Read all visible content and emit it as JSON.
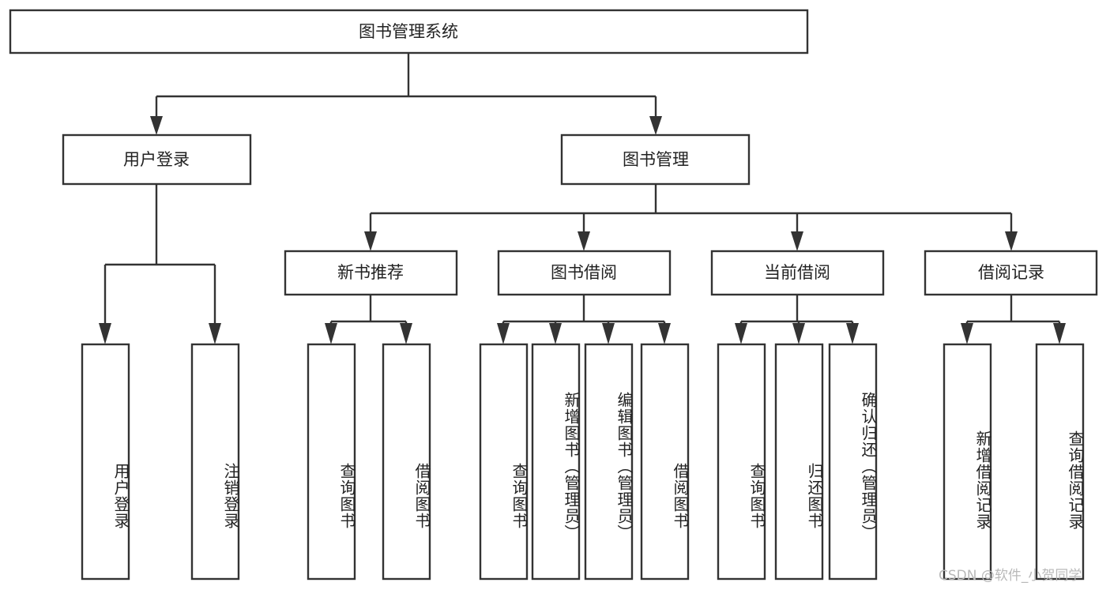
{
  "diagram": {
    "type": "tree",
    "title": "图书管理系统",
    "watermark": "CSDN @软件_小贺同学",
    "colors": {
      "stroke": "#333333",
      "fill": "#ffffff",
      "text": "#222222",
      "watermark": "#b9b9b9"
    },
    "levels": {
      "root": "图书管理系统",
      "level1": [
        "用户登录",
        "图书管理"
      ],
      "level2": [
        "新书推荐",
        "图书借阅",
        "当前借阅",
        "借阅记录"
      ]
    },
    "nodes": {
      "root": {
        "label": "图书管理系统",
        "orientation": "horizontal"
      },
      "user_login": {
        "label": "用户登录",
        "orientation": "horizontal"
      },
      "book_manage": {
        "label": "图书管理",
        "orientation": "horizontal"
      },
      "new_book_rec": {
        "label": "新书推荐",
        "orientation": "horizontal"
      },
      "book_borrow": {
        "label": "图书借阅",
        "orientation": "horizontal"
      },
      "current_borrow": {
        "label": "当前借阅",
        "orientation": "horizontal"
      },
      "borrow_record": {
        "label": "借阅记录",
        "orientation": "horizontal"
      },
      "leaf_user_login": {
        "label": "用户登录",
        "orientation": "vertical"
      },
      "leaf_logout": {
        "label": "注销登录",
        "orientation": "vertical"
      },
      "leaf_query_book_1": {
        "label": "查询图书",
        "orientation": "vertical"
      },
      "leaf_borrow_book_1": {
        "label": "借阅图书",
        "orientation": "vertical"
      },
      "leaf_query_book_2": {
        "label": "查询图书",
        "orientation": "vertical"
      },
      "leaf_add_book": {
        "label": "新增图书（管理员）",
        "orientation": "vertical"
      },
      "leaf_edit_book": {
        "label": "编辑图书（管理员）",
        "orientation": "vertical"
      },
      "leaf_borrow_book_2": {
        "label": "借阅图书",
        "orientation": "vertical"
      },
      "leaf_query_book_3": {
        "label": "查询图书",
        "orientation": "vertical"
      },
      "leaf_return_book": {
        "label": "归还图书",
        "orientation": "vertical"
      },
      "leaf_confirm_return": {
        "label": "确认归还（管理员）",
        "orientation": "vertical"
      },
      "leaf_add_record": {
        "label": "新增借阅记录",
        "orientation": "vertical"
      },
      "leaf_query_record": {
        "label": "查询借阅记录",
        "orientation": "vertical"
      }
    },
    "edges": [
      {
        "from": "root",
        "to": "user_login"
      },
      {
        "from": "root",
        "to": "book_manage"
      },
      {
        "from": "user_login",
        "to": "leaf_user_login"
      },
      {
        "from": "user_login",
        "to": "leaf_logout"
      },
      {
        "from": "book_manage",
        "to": "new_book_rec"
      },
      {
        "from": "book_manage",
        "to": "book_borrow"
      },
      {
        "from": "book_manage",
        "to": "current_borrow"
      },
      {
        "from": "book_manage",
        "to": "borrow_record"
      },
      {
        "from": "new_book_rec",
        "to": "leaf_query_book_1"
      },
      {
        "from": "new_book_rec",
        "to": "leaf_borrow_book_1"
      },
      {
        "from": "book_borrow",
        "to": "leaf_query_book_2"
      },
      {
        "from": "book_borrow",
        "to": "leaf_add_book"
      },
      {
        "from": "book_borrow",
        "to": "leaf_edit_book"
      },
      {
        "from": "book_borrow",
        "to": "leaf_borrow_book_2"
      },
      {
        "from": "current_borrow",
        "to": "leaf_query_book_3"
      },
      {
        "from": "current_borrow",
        "to": "leaf_return_book"
      },
      {
        "from": "current_borrow",
        "to": "leaf_confirm_return"
      },
      {
        "from": "borrow_record",
        "to": "leaf_add_record"
      },
      {
        "from": "borrow_record",
        "to": "leaf_query_record"
      }
    ]
  }
}
